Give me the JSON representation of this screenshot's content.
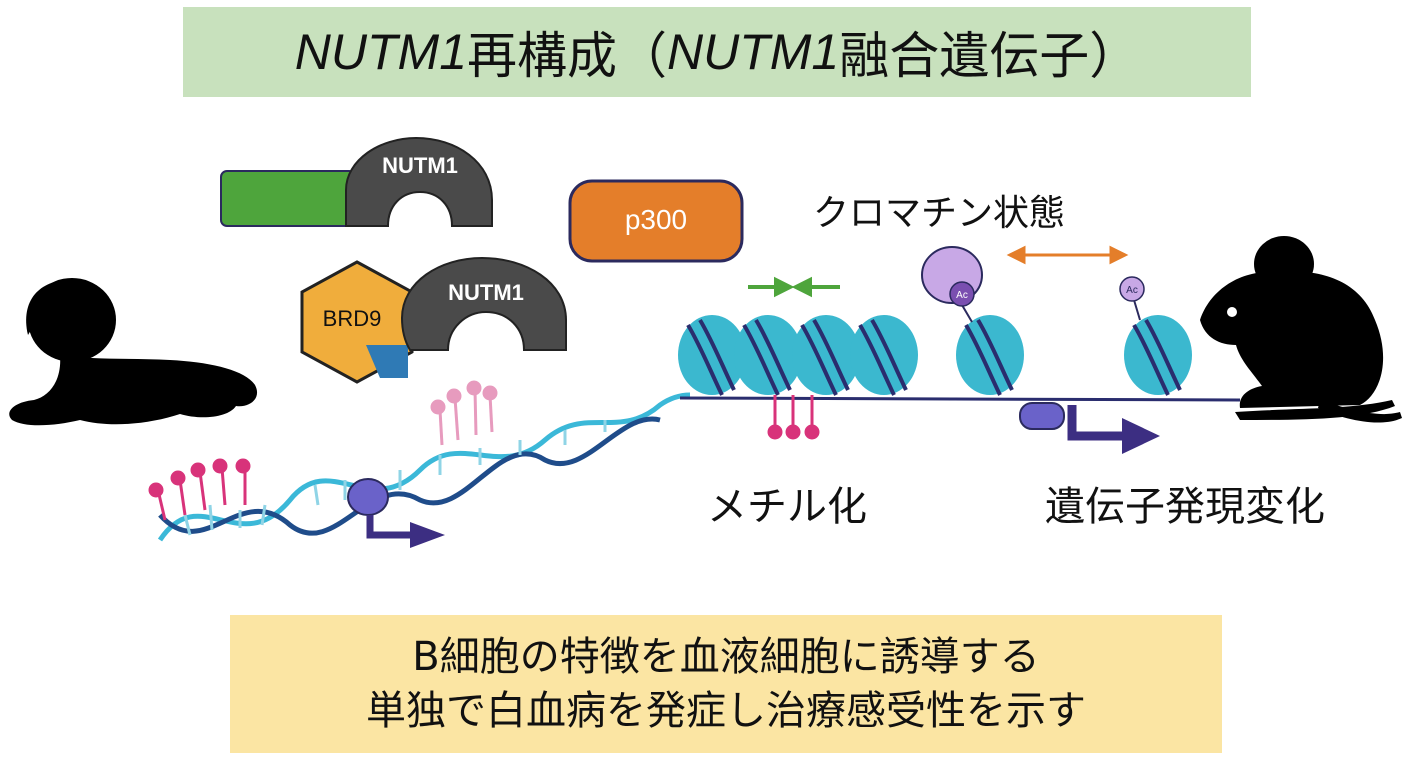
{
  "title": {
    "part1_italic": "NUTM1",
    "part2": "再構成（",
    "part3_italic": "NUTM1",
    "part4": "融合遺伝子）"
  },
  "proteins": {
    "nutm1_top": "NUTM1",
    "nutm1_mid": "NUTM1",
    "brd9": "BRD9",
    "p300": "p300"
  },
  "labels": {
    "chromatin_state": "クロマチン状態",
    "methylation": "メチル化",
    "gene_expression": "遺伝子発現変化",
    "acetyl_1": "Ac",
    "acetyl_2": "Ac"
  },
  "bottom": {
    "line1": "B細胞の特徴を血液細胞に誘導する",
    "line2": "単独で白血病を発症し治療感受性を示す"
  },
  "colors": {
    "title_bg": "#c8e1bd",
    "bottom_bg": "#fbe5a3",
    "nutm1": "#4a4a4a",
    "partner_green": "#4ea53c",
    "brd9": "#f0ad3c",
    "p300": "#e47e2a",
    "nucleosome": "#3bb8cf",
    "dna_wrap": "#2a2d6e",
    "methyl": "#d8337a",
    "acetyl": "#c8a8e6",
    "polymerase": "#6a62c9",
    "arrow_purple": "#3c2e82"
  },
  "icons": [
    "baby-silhouette",
    "mouse-silhouette"
  ]
}
